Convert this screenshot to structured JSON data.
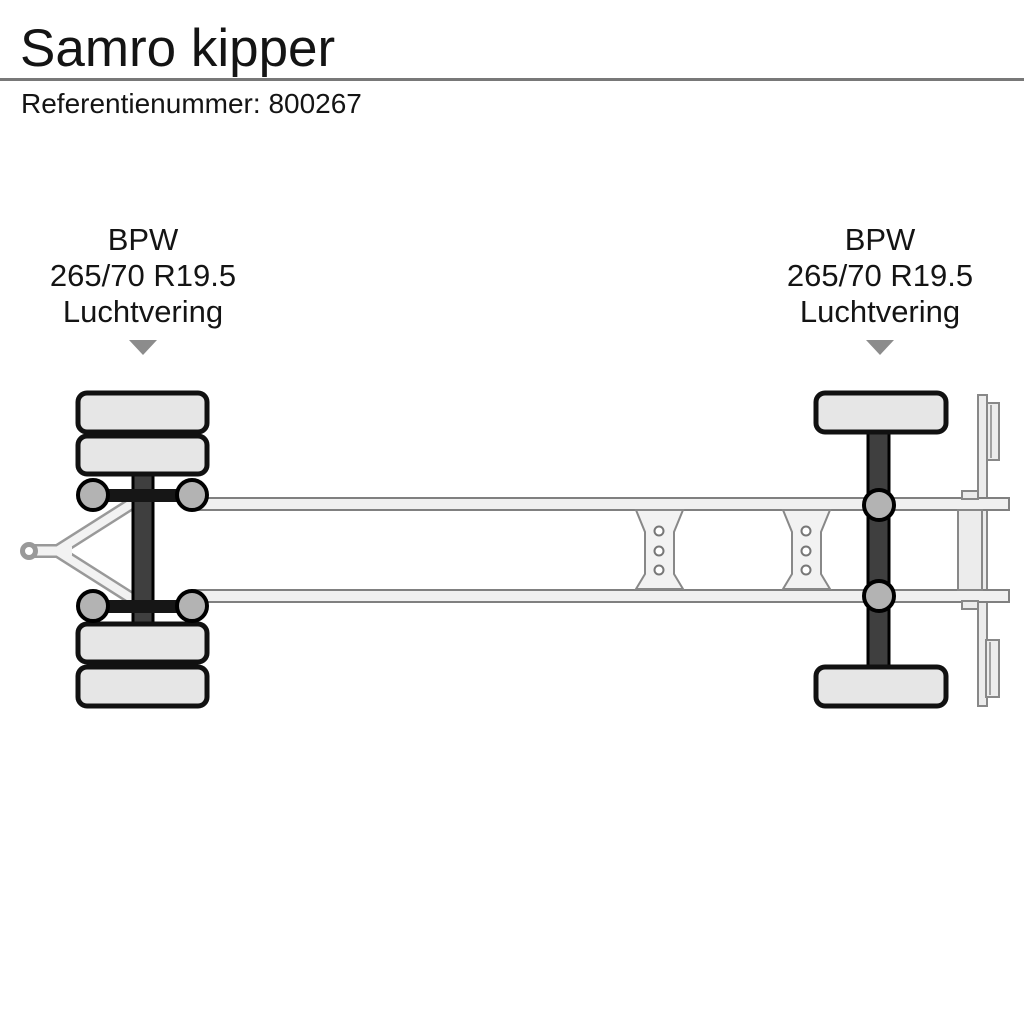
{
  "header": {
    "title": "Samro kipper",
    "reference_label": "Referentienummer:",
    "reference_value": "800267"
  },
  "axle_labels": {
    "left": {
      "lines": [
        "BPW",
        "265/70 R19.5",
        "Luchtvering"
      ]
    },
    "right": {
      "lines": [
        "BPW",
        "265/70 R19.5",
        "Luchtvering"
      ]
    }
  },
  "icons": {
    "axle_pointer": "triangle-down"
  },
  "colors": {
    "text": "#141414",
    "divider": "#787878",
    "pointer": "#8c8c8c",
    "tire_fill": "#e6e6e6",
    "tire_stroke": "#111111",
    "axle_fill": "#3f3f3f",
    "suspension_fill": "#b3b3b3",
    "chassis_fill": "#f0f0f0",
    "chassis_stroke": "#888888",
    "background": "#ffffff"
  }
}
